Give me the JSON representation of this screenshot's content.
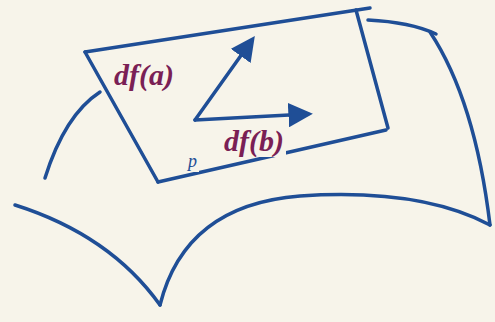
{
  "diagram": {
    "labels": [
      "df(a)",
      "df(b)",
      "p"
    ]
  }
}
